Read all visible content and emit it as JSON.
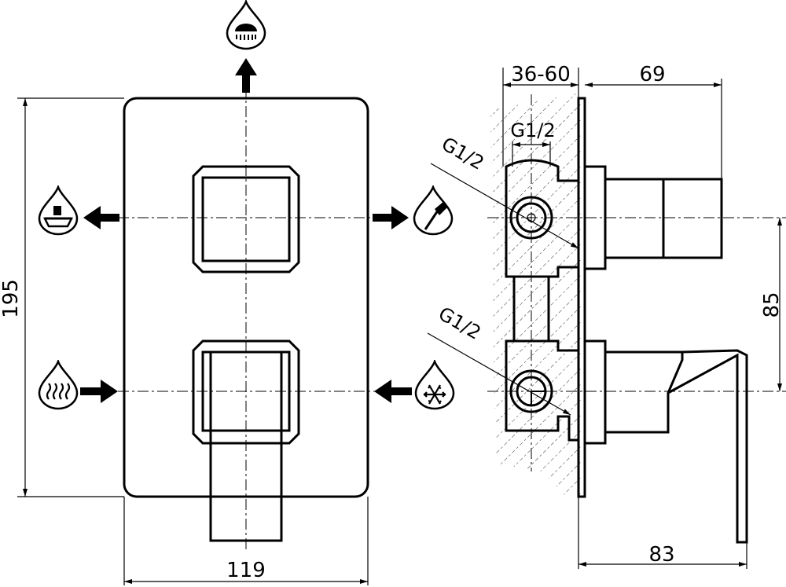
{
  "front_view": {
    "width_dim": "119",
    "height_dim": "195"
  },
  "side_view": {
    "wall_depth_dim": "36-60",
    "projection_dim": "69",
    "handle_depth_dim": "83",
    "center_distance_dim": "85",
    "thread_top": "G1/2",
    "thread_upper_port": "G1/2",
    "thread_lower_port": "G1/2"
  },
  "icons": {
    "top_outlet": "overhead-shower-icon",
    "left_outlet": "bathtub-icon",
    "right_outlet": "hand-shower-icon",
    "left_inlet": "hot-water-icon",
    "right_inlet": "cold-water-icon"
  }
}
